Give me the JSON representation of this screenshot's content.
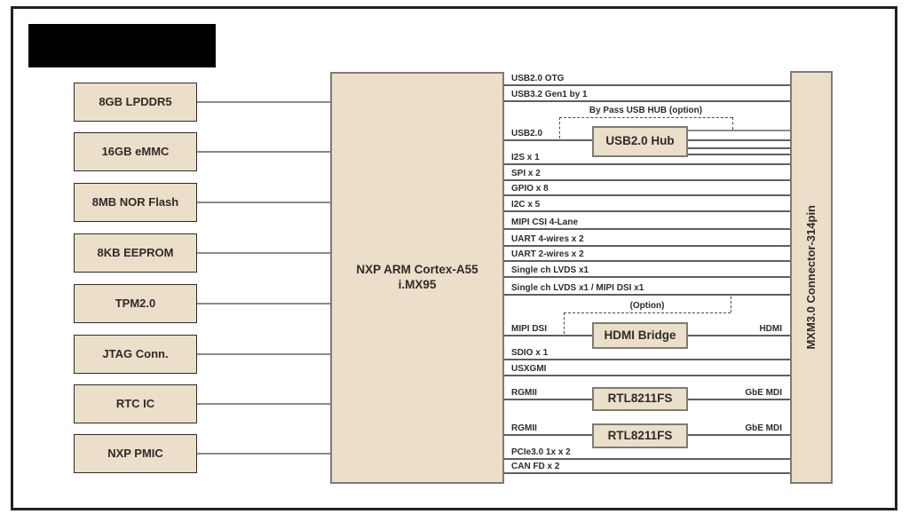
{
  "colors": {
    "box_fill": "#ecdfc9",
    "box_border_dark": "#2e2a28",
    "box_border_gray": "#7e7b76",
    "line_gray": "#8a8a8a",
    "line_dark": "#5f5f5f",
    "dash": "#4a4a4a",
    "frame": "#242021",
    "text": "#2f2b2a",
    "logo_fill": "#000000"
  },
  "soc": {
    "title_line1": "NXP ARM Cortex-A55",
    "title_line2": "i.MX95"
  },
  "connector": {
    "label": "MXM3.0 Connector-314pin"
  },
  "memory_blocks": [
    {
      "label": "8GB LPDDR5"
    },
    {
      "label": "16GB eMMC"
    },
    {
      "label": "8MB NOR Flash"
    },
    {
      "label": "8KB EEPROM"
    },
    {
      "label": "TPM2.0"
    },
    {
      "label": "JTAG Conn."
    },
    {
      "label": "RTC IC"
    },
    {
      "label": "NXP PMIC"
    }
  ],
  "chips": {
    "usb_hub": "USB2.0 Hub",
    "hdmi_bridge": "HDMI Bridge",
    "phy1": "RTL8211FS",
    "phy2": "RTL8211FS"
  },
  "buses": [
    {
      "label": "USB2.0 OTG"
    },
    {
      "label": "USB3.2 Gen1 by 1"
    },
    {
      "label": "USB2.0"
    },
    {
      "label": "I2S x 1"
    },
    {
      "label": "SPI x 2"
    },
    {
      "label": "GPIO x 8"
    },
    {
      "label": "I2C x 5"
    },
    {
      "label": "MIPI CSI 4-Lane"
    },
    {
      "label": "UART 4-wires x 2"
    },
    {
      "label": "UART 2-wires x 2"
    },
    {
      "label": "Single ch LVDS x1"
    },
    {
      "label": "Single ch LVDS x1 / MIPI DSI x1"
    },
    {
      "label": "MIPI DSI"
    },
    {
      "label": "SDIO x 1"
    },
    {
      "label": "USXGMI"
    },
    {
      "label": "RGMII"
    },
    {
      "label": "RGMII"
    },
    {
      "label": "PCIe3.0 1x  x 2"
    },
    {
      "label": "CAN FD x 2"
    }
  ],
  "options": {
    "usb_bypass": "By Pass USB HUB (option)",
    "hdmi_option": "(Option)"
  },
  "right_labels": {
    "hdmi": "HDMI",
    "gbe1": "GbE MDI",
    "gbe2": "GbE MDI"
  }
}
